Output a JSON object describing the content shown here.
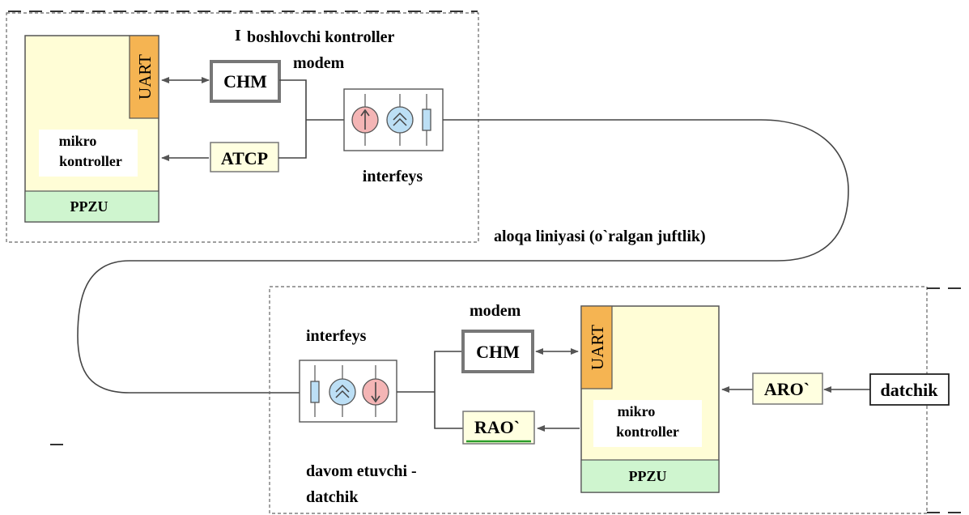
{
  "top_station": {
    "title": "boshlovchi kontroller",
    "modem_label": "modem",
    "interface_label": "interfeys",
    "uart": "UART",
    "mcu_line1": "mikro",
    "mcu_line2": "kontroller",
    "memory": "PPZU",
    "block_1": "CHM",
    "block_2": "ATCP"
  },
  "line_label": "aloqa liniyasi   (o`ralgan juftlik)",
  "bottom_station": {
    "modem_label": "modem",
    "interface_label": "interfeys",
    "uart": "UART",
    "mcu_line1": "mikro",
    "mcu_line2": "kontroller",
    "memory": "PPZU",
    "block_1": "CHM",
    "block_2": "RAO`",
    "block_3": "ARO`",
    "sensor": "datchik",
    "caption_line1": "davom etuvchi -",
    "caption_line2": "datchik"
  },
  "colors": {
    "mcu_fill": "#fffdd6",
    "uart_fill": "#f5b452",
    "memory_fill": "#cff5cf",
    "node_red": "#f4b5b5",
    "node_blue": "#bcdff5",
    "node_resistor": "#bcdff5",
    "rao_underline": "#2a9d2a"
  }
}
